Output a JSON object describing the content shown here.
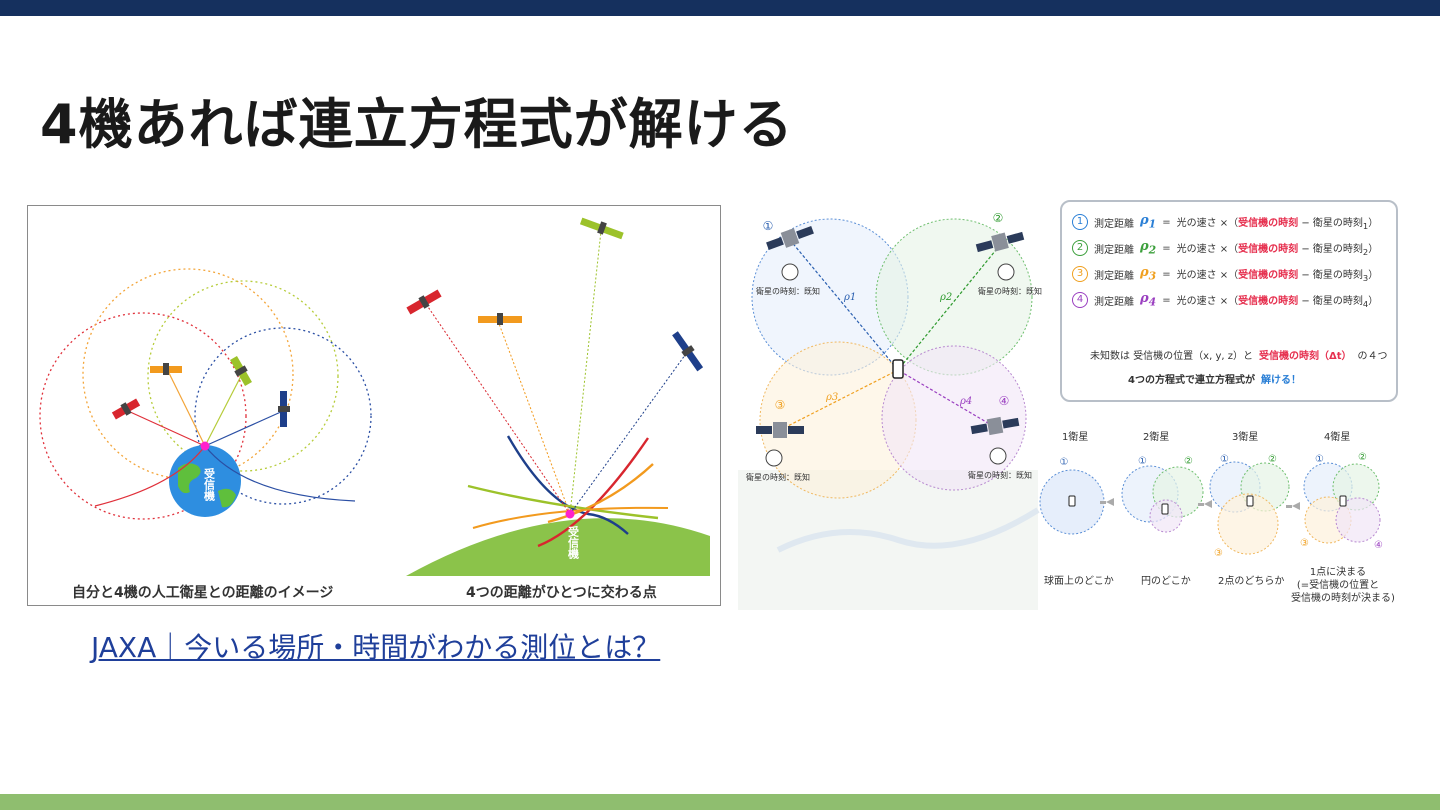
{
  "slide": {
    "title": "4機あれば連立方程式が解ける",
    "link_text": "JAXA｜今いる場所・時間がわかる測位とは？",
    "colors": {
      "top_bar": "#15305e",
      "bottom_bar": "#8fbe6f",
      "link": "#1f3f9a"
    }
  },
  "left_figure": {
    "receiver_label": "受信機",
    "caption_left": "自分と4機の人工衛星との距離のイメージ",
    "caption_right": "4つの距離がひとつに交わる点"
  },
  "right_figure": {
    "satellite_numbers": [
      "①",
      "②",
      "③",
      "④"
    ],
    "clock_label": "衛星の時刻：既知",
    "rho_labels": [
      "ρ1",
      "ρ2",
      "ρ3",
      "ρ4"
    ],
    "equations": [
      {
        "num": "1",
        "label": "測定距離",
        "rho": "ρ",
        "sub": "1",
        "eq": "=",
        "speed": "光の速さ ×（",
        "recv": "受信機の時刻",
        "minus": " − 衛星の時刻",
        "sat_sub": "1",
        "close": "）",
        "color": "#2a7fd6"
      },
      {
        "num": "2",
        "label": "測定距離",
        "rho": "ρ",
        "sub": "2",
        "eq": "=",
        "speed": "光の速さ ×（",
        "recv": "受信機の時刻",
        "minus": " − 衛星の時刻",
        "sat_sub": "2",
        "close": "）",
        "color": "#3da03d"
      },
      {
        "num": "3",
        "label": "測定距離",
        "rho": "ρ",
        "sub": "3",
        "eq": "=",
        "speed": "光の速さ ×（",
        "recv": "受信機の時刻",
        "minus": " − 衛星の時刻",
        "sat_sub": "3",
        "close": "）",
        "color": "#f0a020"
      },
      {
        "num": "4",
        "label": "測定距離",
        "rho": "ρ",
        "sub": "4",
        "eq": "=",
        "speed": "光の速さ ×（",
        "recv": "受信機の時刻",
        "minus": " − 衛星の時刻",
        "sat_sub": "4",
        "close": "）",
        "color": "#9a3fc0"
      }
    ],
    "unknowns": {
      "prefix": "未知数は 受信機の位置（x, y, z）と ",
      "highlight": "受信機の時刻（Δt）",
      "suffix": "の４つ"
    },
    "solvable": {
      "prefix": "4つの方程式で連立方程式が",
      "highlight": "解ける！"
    },
    "steps": [
      {
        "label": "1衛星",
        "desc": "球面上のどこか"
      },
      {
        "label": "2衛星",
        "desc": "円のどこか"
      },
      {
        "label": "3衛星",
        "desc": "2点のどちらか"
      },
      {
        "label": "4衛星",
        "desc": "1点に決まる\n(=受信機の位置と\n受信機の時刻が決まる)"
      }
    ],
    "step4_lines": [
      "1点に決まる",
      "(=受信機の位置と",
      "受信機の時刻が決まる)"
    ]
  }
}
